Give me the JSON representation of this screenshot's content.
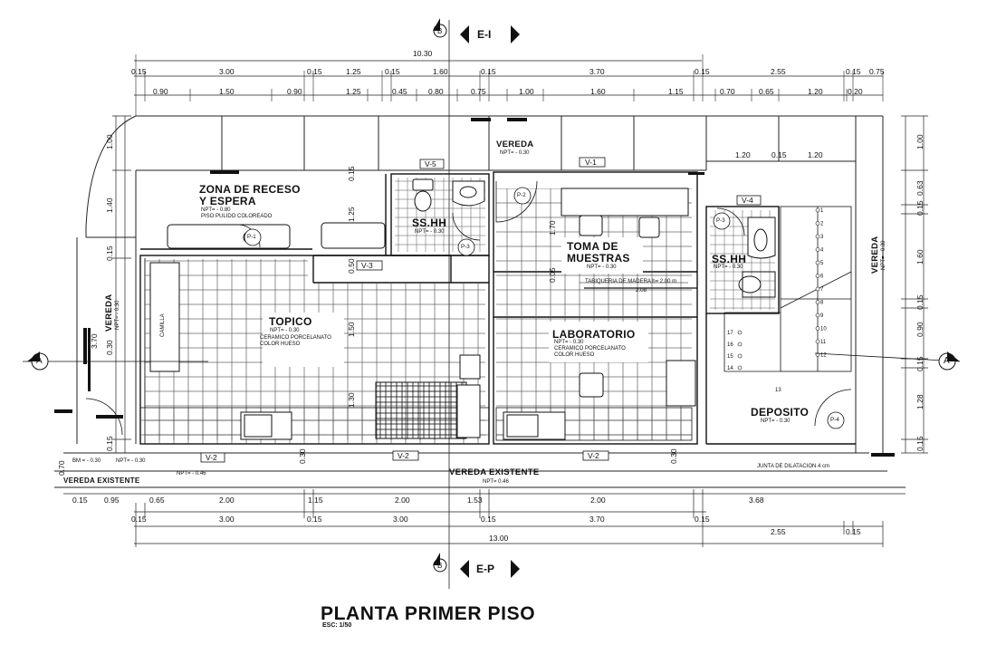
{
  "title": "PLANTA PRIMER PISO",
  "scale": "ESC: 1/50",
  "elevation_marks": {
    "top_letter": "B",
    "top_name": "E-I",
    "bottom_letter": "B",
    "bottom_name": "E-P",
    "left_axis": "A",
    "right_axis": "A"
  },
  "rooms": {
    "zona_receso_1": "ZONA DE RECESO",
    "zona_receso_2": "Y ESPERA",
    "zona_receso_npt": "NPT= - 0.80",
    "zona_receso_floor": "PISO PULIDO COLOREADO",
    "sshh_1": "SS.HH",
    "sshh_1_npt": "NPT= - 0.30",
    "toma_1": "TOMA DE",
    "toma_2": "MUESTRAS",
    "toma_npt": "NPT= - 0.30",
    "tabiqueria": "TABIQUERIA DE MADERA h= 2.00 m",
    "tabiqueria_dim": "2.08",
    "sshh_2": "SS.HH",
    "sshh_2_npt": "NPT= - 0.30",
    "topico": "TOPICO",
    "topico_npt": "NPT= - 0.30",
    "topico_floor_1": "CERAMICO PORCELANATO",
    "topico_floor_2": "COLOR HUESO",
    "laboratorio": "LABORATORIO",
    "lab_npt": "NPT= - 0.30",
    "lab_floor_1": "CERAMICO PORCELANATO",
    "lab_floor_2": "COLOR HUESO",
    "deposito": "DEPOSITO",
    "deposito_npt": "NPT= - 0.30",
    "vereda_top": "VEREDA",
    "vereda_top_npt": "NPT= - 0.30",
    "vereda_left": "VEREDA",
    "vereda_left_npt": "NPT= - 0.30",
    "vereda_right": "VEREDA",
    "vereda_right_npt": "NPT= - 0.30",
    "vereda_existente_1": "VEREDA EXISTENTE",
    "vereda_existente_2": "VEREDA EXISTENTE",
    "vereda_existente_2_npt": "NPT= 0.46",
    "npt_046": "NPT= - 0.46",
    "npt_030_bottom": "NPT= - 0.30",
    "bm": "BM = - 0.30",
    "junta": "JUNTA DE DILATACION 4 cm",
    "camilla": "CAMILLA"
  },
  "tags": {
    "v5": "V-5",
    "v1": "V-1",
    "v4": "V-4",
    "v3": "V-3",
    "v2a": "V-2",
    "v2b": "V-2",
    "v2c": "V-2",
    "p1": "P-1",
    "p2": "P-2",
    "p3a": "P-3",
    "p3b": "P-3",
    "p4": "P-4"
  },
  "stairs": [
    "1",
    "2",
    "3",
    "4",
    "5",
    "6",
    "7",
    "8",
    "9",
    "10",
    "11",
    "12",
    "13",
    "14",
    "15",
    "16",
    "17"
  ],
  "dims": {
    "top_total": "10.30",
    "top_row1": [
      "0.15",
      "3.00",
      "0.15",
      "1.25",
      "0.15",
      "1.60",
      "0.15",
      "3.70",
      "0.15",
      "2.55",
      "0.15",
      "0.75"
    ],
    "top_row2": [
      "0.90",
      "1.50",
      "0.90",
      "1.25",
      "0.45",
      "0.80",
      "0.75",
      "1.00",
      "1.60",
      "1.15",
      "0.70",
      "0.65",
      "1.20",
      "0.20"
    ],
    "inner_right": [
      "1.20",
      "0.15",
      "1.20"
    ],
    "bottom_row1": [
      "0.15",
      "0.95",
      "0.65",
      "2.00",
      "1.15",
      "2.00",
      "1.53",
      "2.00",
      "3.68"
    ],
    "bottom_row2": [
      "0.15",
      "3.00",
      "0.15",
      "3.00",
      "0.15",
      "3.70",
      "0.15"
    ],
    "bottom_row3": [
      "2.55",
      "0.15"
    ],
    "bottom_total": "13.00",
    "left_col": [
      "1.00",
      "1.40",
      "0.15",
      "3.70",
      "0.30",
      "0.15",
      "0.70"
    ],
    "right_col": [
      "1.00",
      "0.63",
      "0.15",
      "1.60",
      "0.15",
      "0.90",
      "0.15",
      "1.28",
      "0.15"
    ],
    "inner_vert": [
      "0.15",
      "1.25",
      "0.50",
      "1.50",
      "1.30",
      "1.70",
      "0.05",
      "0.30",
      "0.30"
    ]
  }
}
